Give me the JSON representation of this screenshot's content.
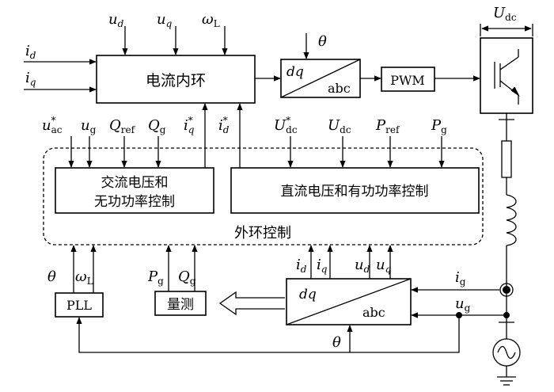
{
  "blocks": {
    "current_loop": "电流内环",
    "ac_control_line1": "交流电压和",
    "ac_control_line2": "无功功率控制",
    "dc_control": "直流电压和有功功率控制",
    "outer_loop": "外环控制",
    "pwm": "PWM",
    "pll": "PLL",
    "measurement": "量测",
    "dq_top": "dq",
    "abc_top": "abc",
    "dq_bottom": "dq",
    "abc_bottom": "abc"
  },
  "signals": {
    "i_d": {
      "base": "i",
      "sub": "d"
    },
    "i_q": {
      "base": "i",
      "sub": "q"
    },
    "u_d_top": {
      "base": "u",
      "sub": "d"
    },
    "u_q_top": {
      "base": "u",
      "sub": "q"
    },
    "omega_L_top": {
      "base": "ω",
      "sub": "L"
    },
    "theta_top": "θ",
    "U_dc_top": {
      "base": "U",
      "sub": "dc"
    },
    "u_ac_star": {
      "base": "u",
      "sub": "ac",
      "sup": "*"
    },
    "u_g_ref": {
      "base": "u",
      "sub": "g"
    },
    "Q_ref": {
      "base": "Q",
      "sub": "ref"
    },
    "Q_g": {
      "base": "Q",
      "sub": "g"
    },
    "i_q_star": {
      "base": "i",
      "sub": "q",
      "sup": "*"
    },
    "i_d_star": {
      "base": "i",
      "sub": "d",
      "sup": "*"
    },
    "U_dc_star": {
      "base": "U",
      "sub": "dc",
      "sup": "*"
    },
    "U_dc": {
      "base": "U",
      "sub": "dc"
    },
    "P_ref": {
      "base": "P",
      "sub": "ref"
    },
    "P_g": {
      "base": "P",
      "sub": "g"
    },
    "theta_pll": "θ",
    "omega_L_pll": {
      "base": "ω",
      "sub": "L"
    },
    "P_g_meas": {
      "base": "P",
      "sub": "g"
    },
    "Q_g_meas": {
      "base": "Q",
      "sub": "g"
    },
    "i_d_meas": {
      "base": "i",
      "sub": "d"
    },
    "i_q_meas": {
      "base": "i",
      "sub": "q"
    },
    "u_d_meas": {
      "base": "u",
      "sub": "d"
    },
    "u_q_meas": {
      "base": "u",
      "sub": "q"
    },
    "i_g": {
      "base": "i",
      "sub": "g"
    },
    "u_g": {
      "base": "u",
      "sub": "g"
    },
    "theta_bottom": "θ"
  }
}
